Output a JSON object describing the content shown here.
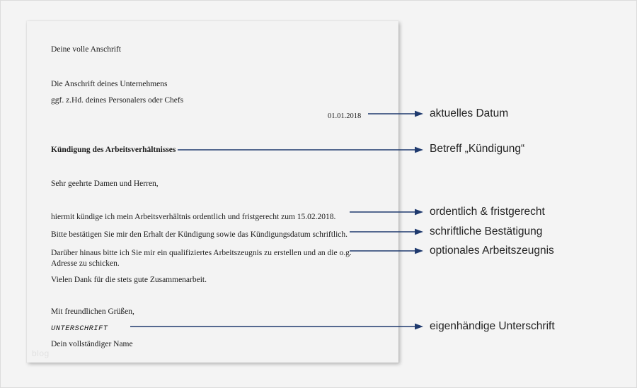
{
  "document": {
    "sender_address": "Deine volle Anschrift",
    "recipient_address": "Die Anschrift deines Unternehmens",
    "recipient_attention": "ggf. z.Hd. deines Personalers oder Chefs",
    "date": "01.01.2018",
    "subject": "Kündigung des Arbeitsverhältnisses",
    "salutation": "Sehr geehrte Damen und Herren,",
    "body_line_1": "hiermit kündige ich mein Arbeitsverhältnis ordentlich und fristgerecht zum 15.02.2018.",
    "body_line_2": "Bitte bestätigen Sie mir den Erhalt der Kündigung sowie das Kündigungsdatum schriftlich.",
    "body_line_3": "Darüber hinaus bitte ich Sie mir ein qualifiziertes Arbeitszeugnis zu erstellen und an die o.g.\nAdresse zu schicken.",
    "body_line_4": "Vielen Dank für die stets gute Zusammenarbeit.",
    "closing": "Mit freundlichen Grüßen,",
    "signature_placeholder": "UNTERSCHRIFT",
    "full_name": "Dein vollständiger Name",
    "watermark": "blog"
  },
  "annotations": [
    {
      "label": "aktuelles Datum"
    },
    {
      "label": "Betreff „Kündigung“"
    },
    {
      "label": "ordentlich & fristgerecht"
    },
    {
      "label": "schriftliche Bestätigung"
    },
    {
      "label": "optionales Arbeitszeugnis"
    },
    {
      "label": "eigenhändige Unterschrift"
    }
  ],
  "colors": {
    "arrow": "#1f3a6e",
    "page_background": "#f3f3f3",
    "canvas_background": "#f4f4f4",
    "text": "#1c1c1c",
    "label_text": "#232323",
    "watermark": "#e2e2e2"
  }
}
